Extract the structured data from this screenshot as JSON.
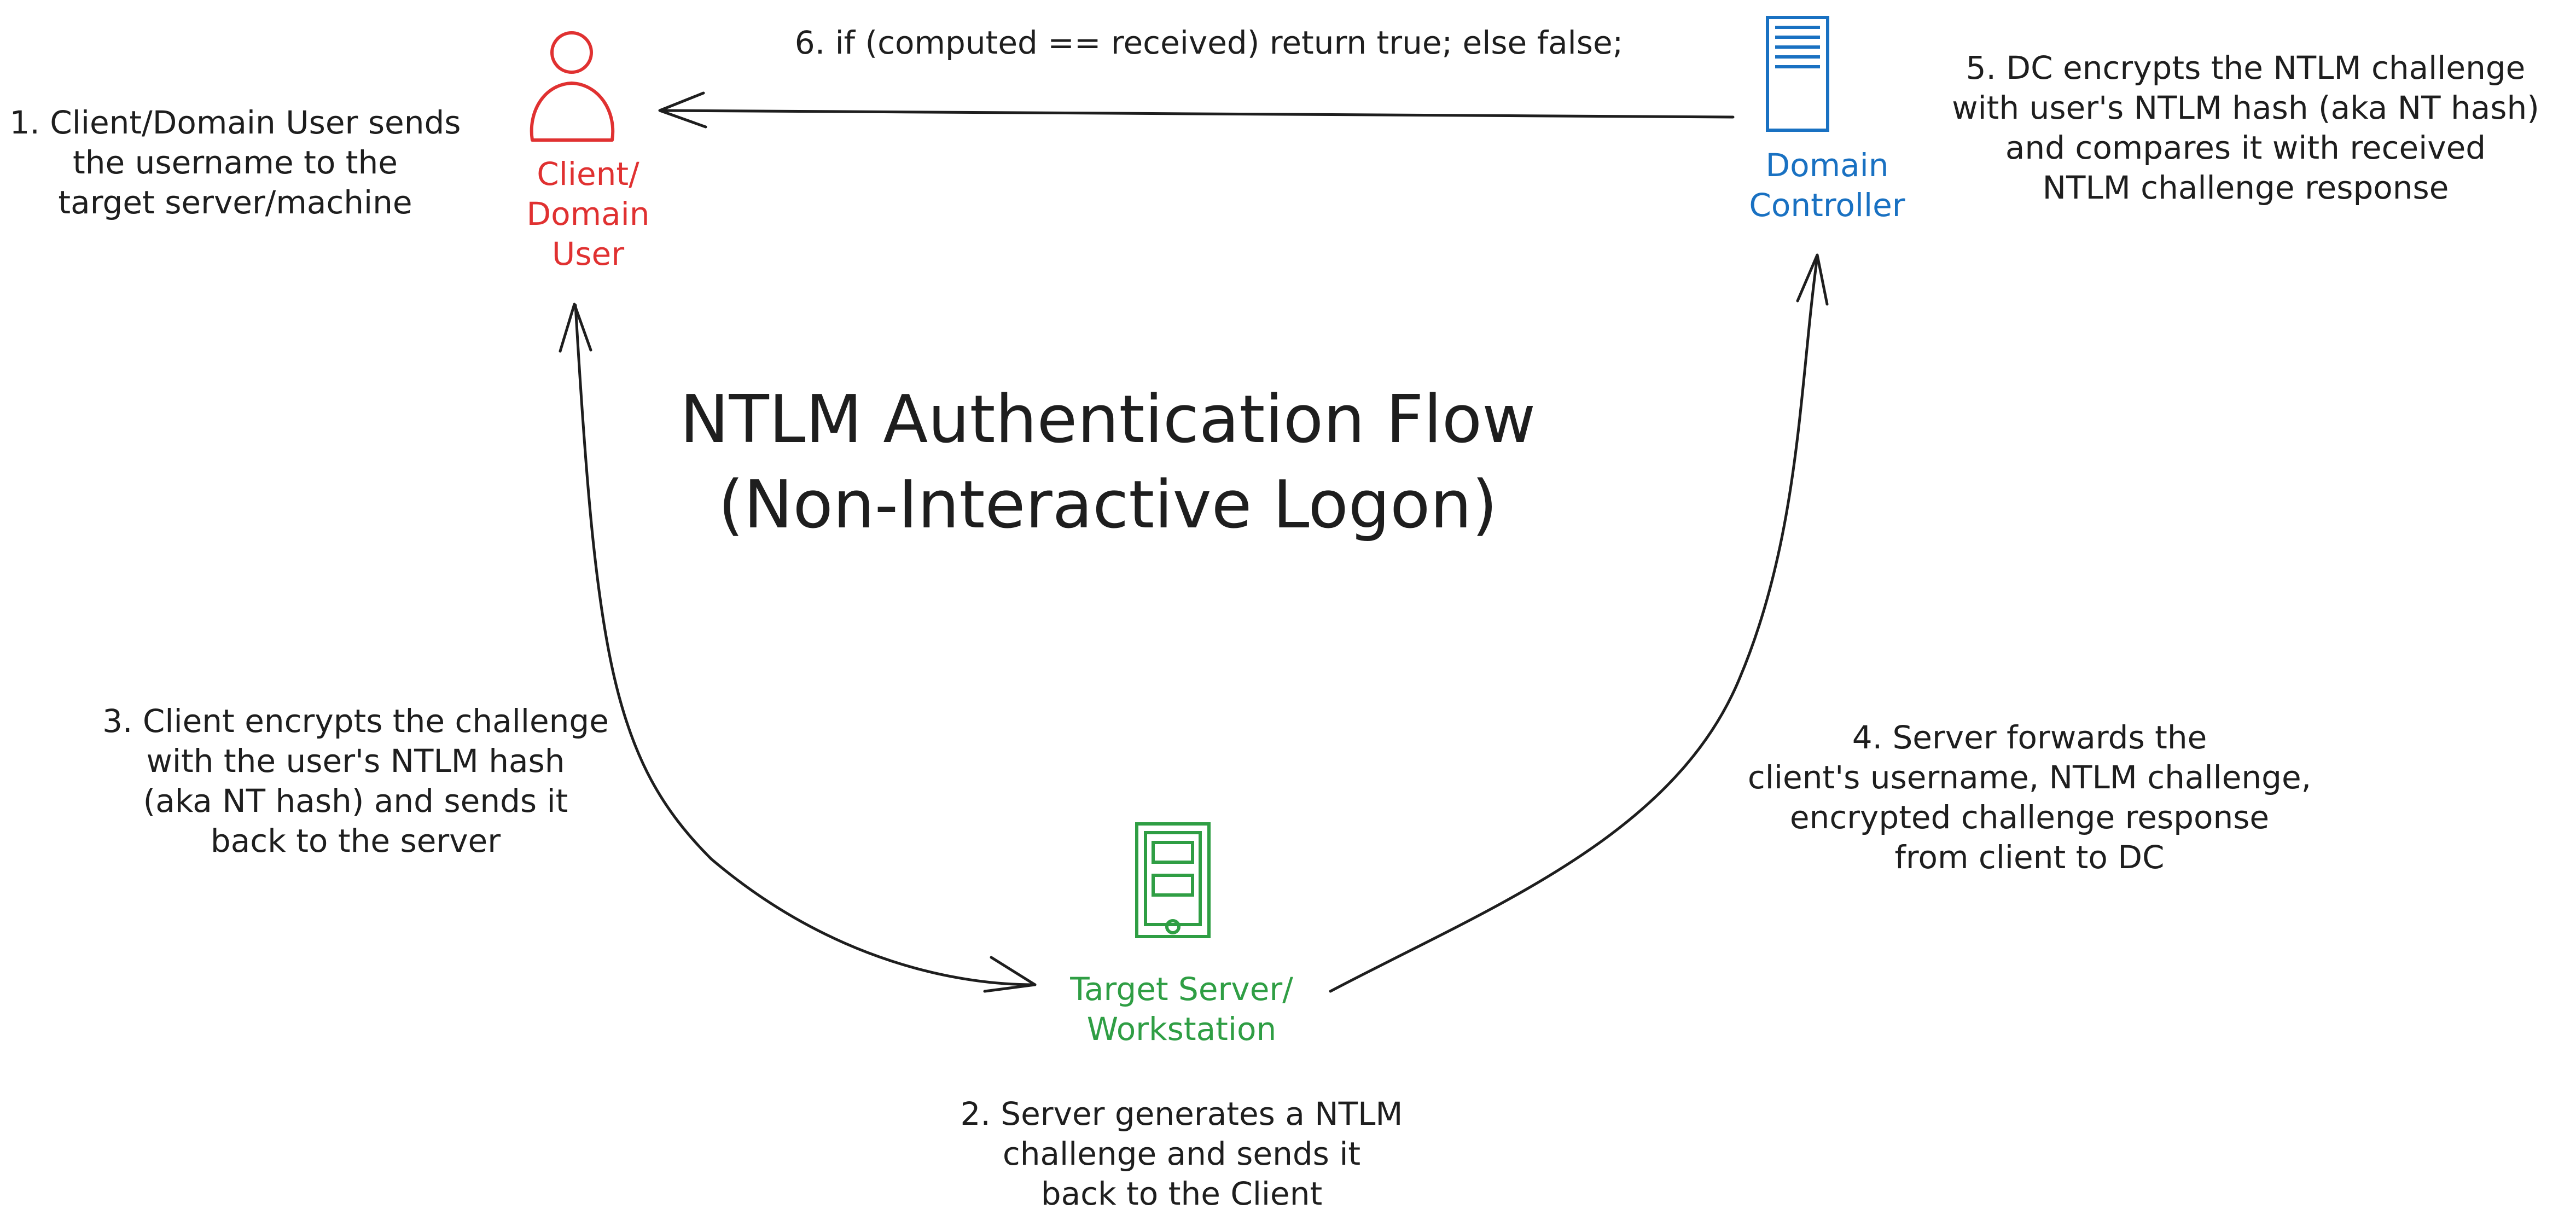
{
  "diagram": {
    "title": "NTLM Authentication Flow\n(Non-Interactive Logon)",
    "nodes": {
      "client": {
        "label": "Client/\nDomain\nUser",
        "color": "#e03131",
        "icon": "user-icon"
      },
      "domain_controller": {
        "label": "Domain\nController",
        "color": "#1971c2",
        "icon": "server-tower-icon"
      },
      "target_server": {
        "label": "Target Server/\nWorkstation",
        "color": "#2f9e44",
        "icon": "workstation-icon"
      }
    },
    "steps": {
      "step1": "1. Client/Domain User sends\nthe username to the\ntarget server/machine",
      "step2": "2. Server generates a NTLM\nchallenge and sends it\nback to the Client",
      "step3": "3. Client encrypts the challenge\nwith the user's NTLM hash\n(aka NT hash) and sends it\nback to the server",
      "step4": "4. Server forwards the\nclient's username, NTLM challenge,\nencrypted challenge response\nfrom client to DC",
      "step5": "5. DC encrypts the NTLM challenge\nwith user's NTLM hash (aka NT hash)\nand compares it with received\nNTLM challenge response",
      "step6": "6. if (computed == received) return true; else false;"
    },
    "stroke_color": "#1e1e1e"
  }
}
